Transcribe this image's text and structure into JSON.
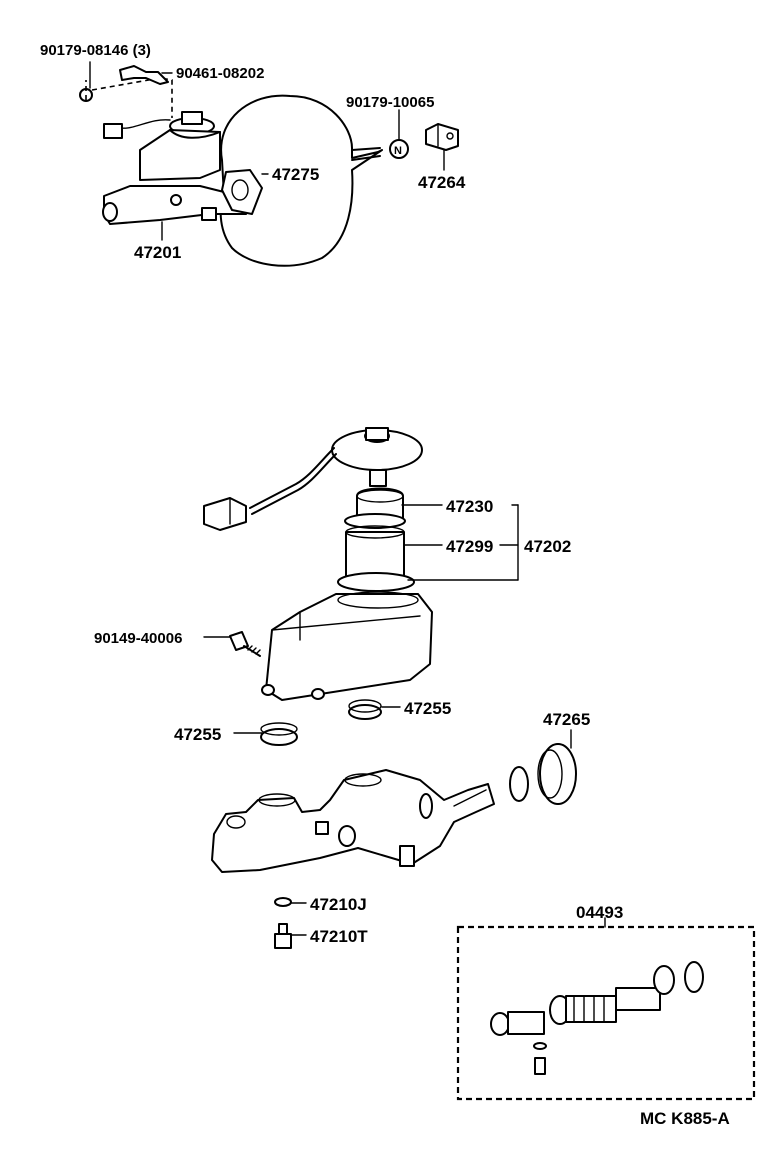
{
  "labels": {
    "bolt_top": "90179-08146 (3)",
    "clamp_top": "90461-08202",
    "nut_top": "90179-10065",
    "part_47264": "47264",
    "gasket_47275": "47275",
    "master_cyl_47201": "47201",
    "part_47230": "47230",
    "part_47299": "47299",
    "part_47202": "47202",
    "bolt_90149": "90149-40006",
    "grommet_left": "47255",
    "grommet_right": "47255",
    "part_47265": "47265",
    "part_47210j": "47210J",
    "part_47210t": "47210T",
    "kit_04493": "04493",
    "diagram_code": "MC K885-A"
  }
}
